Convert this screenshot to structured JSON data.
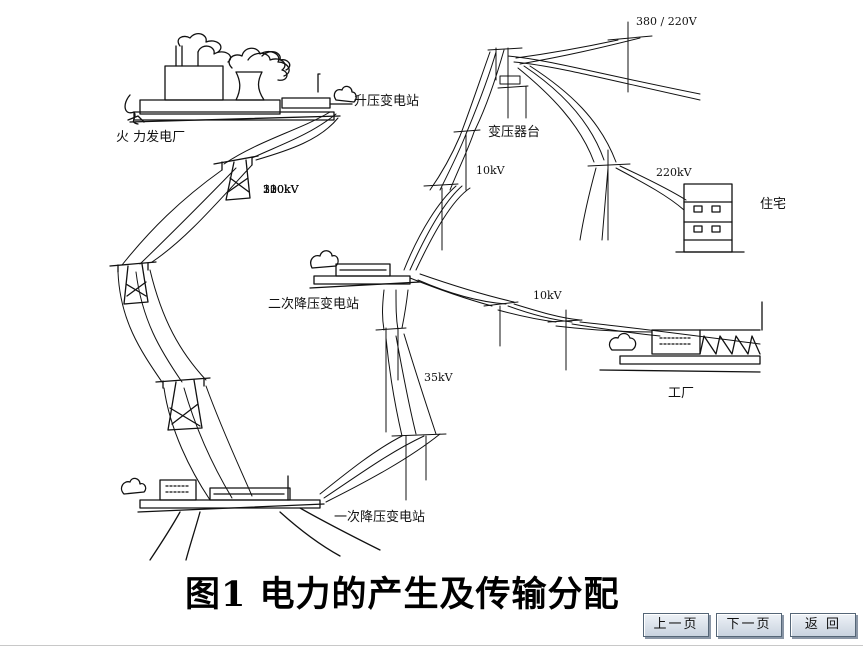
{
  "diagram": {
    "labels": {
      "thermal_plant": "火 力发电厂",
      "step_up_substation": "升压变电站",
      "transformer_platform": "变压器台",
      "secondary_substation": "二次降压变电站",
      "primary_substation": "一次降压变电站",
      "residence": "住宅",
      "factory": "工厂"
    },
    "voltages": {
      "transmission": [
        "110kV",
        "220kV",
        "330kV",
        "500kV"
      ],
      "low_voltage": "380 / 220V",
      "distribution_10kv_upper": "10kV",
      "residence_line": "220kV",
      "factory_line": "10kV",
      "subtransmission": "35kV"
    }
  },
  "caption": "图1  电力的产生及传输分配",
  "nav": {
    "prev": "上一页",
    "next": "下一页",
    "back": "返 回"
  }
}
